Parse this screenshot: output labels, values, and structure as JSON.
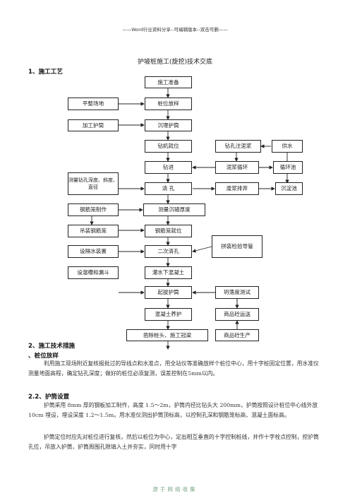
{
  "header": "——Word行业资料分享--可编辑版本--双击可删——",
  "title": "护坡桩施工(旋挖)技术交底",
  "section1": "1、施工工艺",
  "flow": {
    "prep": "施工准备",
    "pos": "桩位放样",
    "level": "平整场地",
    "sinkcasing": "沉埋护筒",
    "makecasing": "加工护筒",
    "rigin": "钻机就位",
    "mud": "钻孔注泥浆",
    "water": "供水",
    "drill": "钻进",
    "mudcycle": "泥浆循环",
    "pool": "循环池",
    "measure": "测量钻孔深度、斜度、直径",
    "clean": "清  孔",
    "discharge": "废浆排弃",
    "settle": "沉淀池",
    "cagemake": "钢筋笼制作",
    "sediment": "测量沉碴厚度",
    "hoist": "吊装钢筋笼",
    "cagein": "钢筋笼就位",
    "conduit": "拼装检验导管",
    "drain": "设隔水装置",
    "reclean": "二次清孔",
    "funnel": "设溜槽和漏斗",
    "pour": "灌水下混凝土",
    "slump": "坍落度测试",
    "pull": "起拔护筒",
    "transport": "商品砼运送",
    "cure": "混凝土养护",
    "produce": "商品砼生产",
    "final": "凿除桩头、施工冠梁"
  },
  "section2": "2、施工技术措施",
  "sub1": "、桩位放样",
  "p1": "利用施工现场附近复核报批过的导线点和水准点，用全站仪等准确放样个桩位中心，用十字桩固定位置，用水准仪测量地面高程，确定钻孔深度；做好的桩位必须复测，误差控制在5mm以内。",
  "sub2": "2.2、护筒设置",
  "p2": "护筒采用 8mm 厚的钢板加工制作，高度 1.5～2m，护筒内径比钻头大 200mm，护筒按照设计桩位中心线外放 10cm 埋设，埋设深度 1.2～1.5m。用水准仪测出护筒顶标高，以控制孔深和钢筋笼标高、混凝土面标高。",
  "p3": "护筒定位时应先对桩位进行复核，然后以桩位为中心，定出相互垂直的十字控制桩线，并作十字栓点控制，挖护筒孔位，吊放入护筒，护筒周围孔隙填入土并夯实，同时用十字",
  "footer": "源于网络收集"
}
